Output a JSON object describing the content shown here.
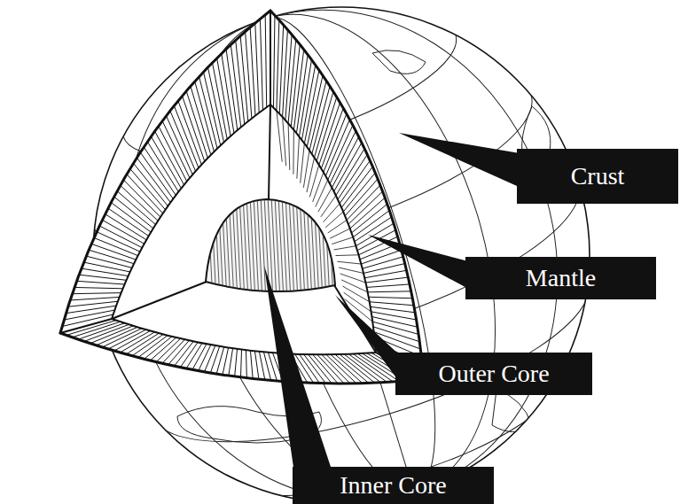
{
  "diagram": {
    "nodes": [
      {
        "text": [
          "Crust"
        ]
      },
      {
        "text": [
          "Mantle"
        ]
      },
      {
        "text": [
          "Outer Core"
        ]
      },
      {
        "text": [
          "Inner Core"
        ]
      }
    ]
  }
}
